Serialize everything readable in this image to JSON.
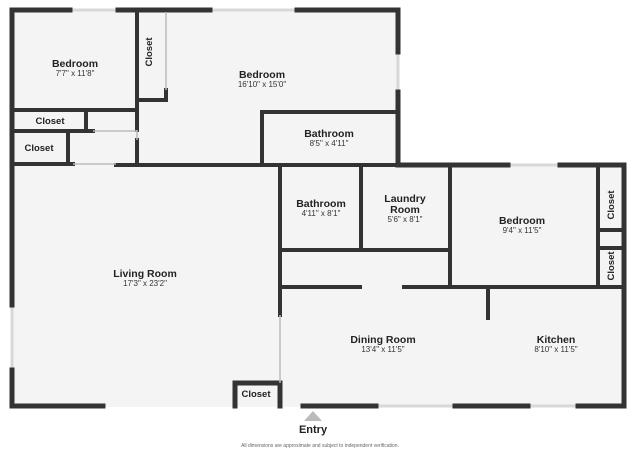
{
  "rooms": {
    "bedroom_nw": {
      "name": "Bedroom",
      "dims": "7'7\" x 11'8\""
    },
    "bedroom_n": {
      "name": "Bedroom",
      "dims": "16'10\" x 15'0\""
    },
    "bathroom_upper": {
      "name": "Bathroom",
      "dims": "8'5\" x 4'11\""
    },
    "bathroom_lower": {
      "name": "Bathroom",
      "dims": "4'11\" x 8'1\""
    },
    "laundry": {
      "name_line1": "Laundry",
      "name_line2": "Room",
      "dims": "5'6\" x 8'1\""
    },
    "bedroom_e": {
      "name": "Bedroom",
      "dims": "9'4\" x 11'5\""
    },
    "living": {
      "name": "Living Room",
      "dims": "17'3\" x 23'2\""
    },
    "dining": {
      "name": "Dining Room",
      "dims": "13'4\" x 11'5\""
    },
    "kitchen": {
      "name": "Kitchen",
      "dims": "8'10\" x 11'5\""
    }
  },
  "closets": {
    "closet_label": "Closet"
  },
  "entry": {
    "label": "Entry"
  },
  "footnote": "All dimensions are approximate and subject to independent verification."
}
